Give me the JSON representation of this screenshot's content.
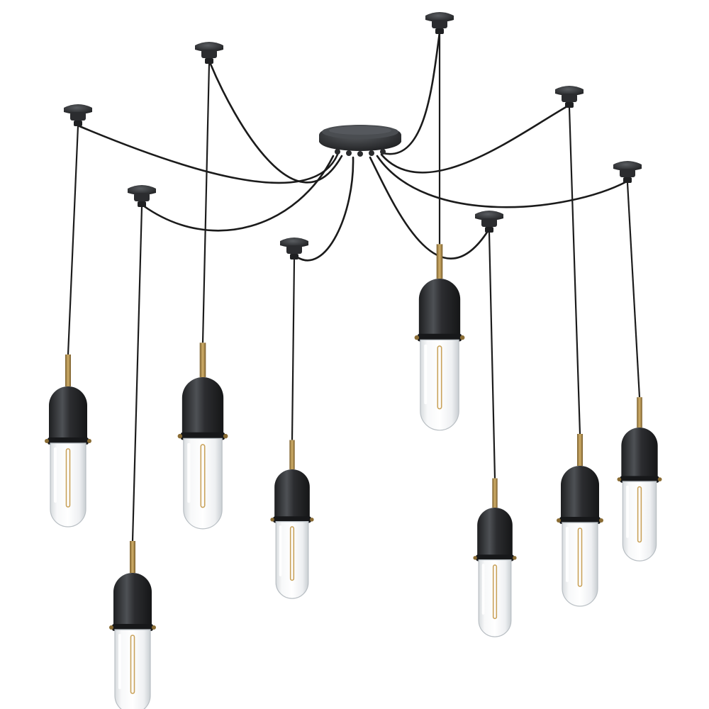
{
  "image": {
    "subject": "pendant-chandelier",
    "background": "#ffffff"
  },
  "fixture": {
    "pendant_count": 8,
    "hook_count": 8,
    "colors": {
      "bronze": "#2a2b2d",
      "bronze_highlight": "#55585c",
      "brass": "#b38f4a",
      "cord": "#1b1b1b",
      "glass": "#eef1f3",
      "filament": "#c9a25a"
    }
  }
}
